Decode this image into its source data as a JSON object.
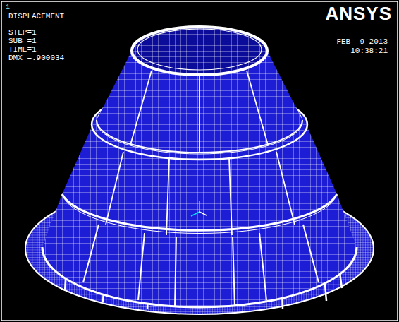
{
  "diagram": {
    "labels": [
      "1",
      "DISPLACEMENT",
      "STEP=1",
      "SUB =1",
      "TIME=1",
      "DMX =.900034",
      "ANSYS",
      "FEB  9 2013",
      "10:38:21"
    ]
  }
}
